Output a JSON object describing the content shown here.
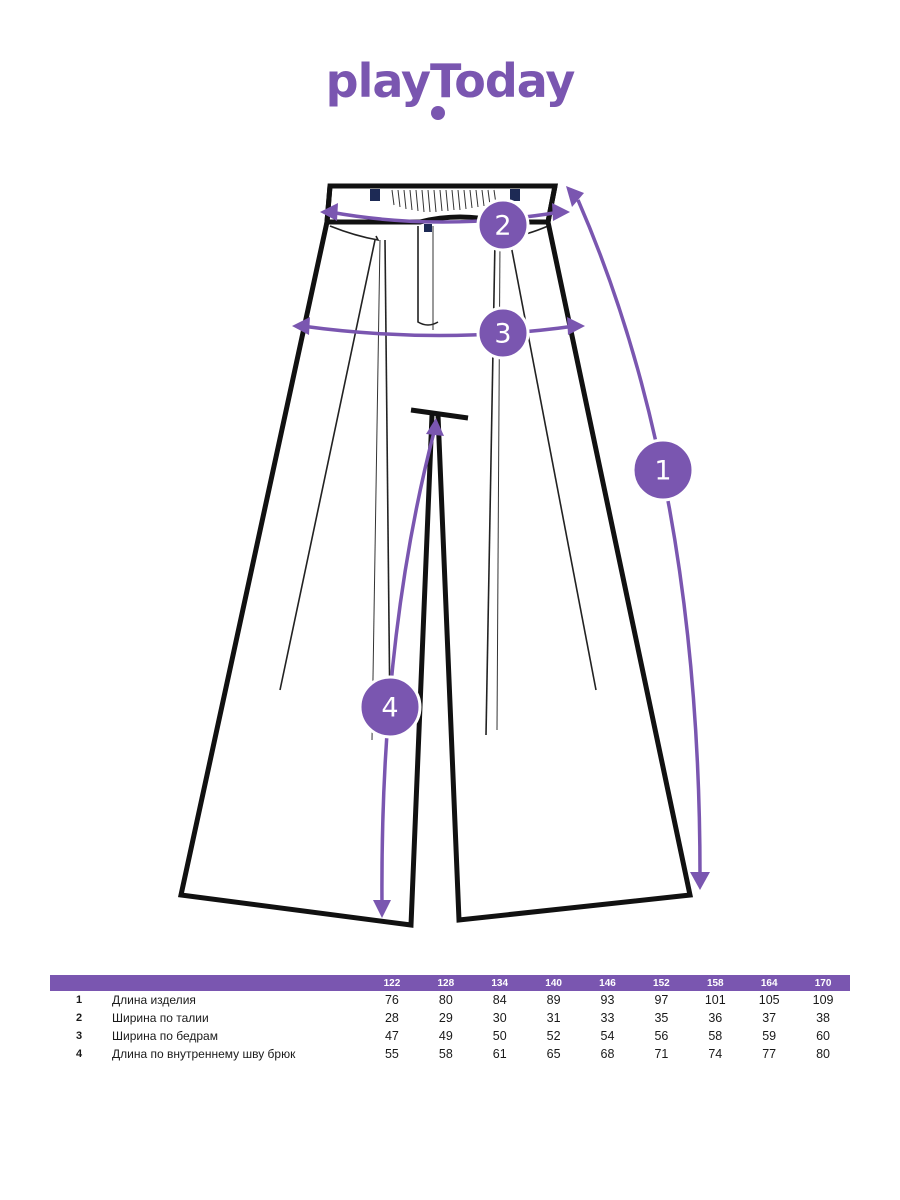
{
  "brand": {
    "name": "playToday",
    "color": "#7a56b0"
  },
  "markers": [
    {
      "id": "1",
      "label": "1"
    },
    {
      "id": "2",
      "label": "2"
    },
    {
      "id": "3",
      "label": "3"
    },
    {
      "id": "4",
      "label": "4"
    }
  ],
  "table": {
    "sizes": [
      "122",
      "128",
      "134",
      "140",
      "146",
      "152",
      "158",
      "164",
      "170"
    ],
    "rows": [
      {
        "num": "1",
        "name": "Длина изделия",
        "values": [
          "76",
          "80",
          "84",
          "89",
          "93",
          "97",
          "101",
          "105",
          "109"
        ]
      },
      {
        "num": "2",
        "name": "Ширина по талии",
        "values": [
          "28",
          "29",
          "30",
          "31",
          "33",
          "35",
          "36",
          "37",
          "38"
        ]
      },
      {
        "num": "3",
        "name": "Ширина по бедрам",
        "values": [
          "47",
          "49",
          "50",
          "52",
          "54",
          "56",
          "58",
          "59",
          "60"
        ]
      },
      {
        "num": "4",
        "name": "Длина по внутреннему шву брюк",
        "values": [
          "55",
          "58",
          "61",
          "65",
          "68",
          "71",
          "74",
          "77",
          "80"
        ]
      }
    ]
  }
}
